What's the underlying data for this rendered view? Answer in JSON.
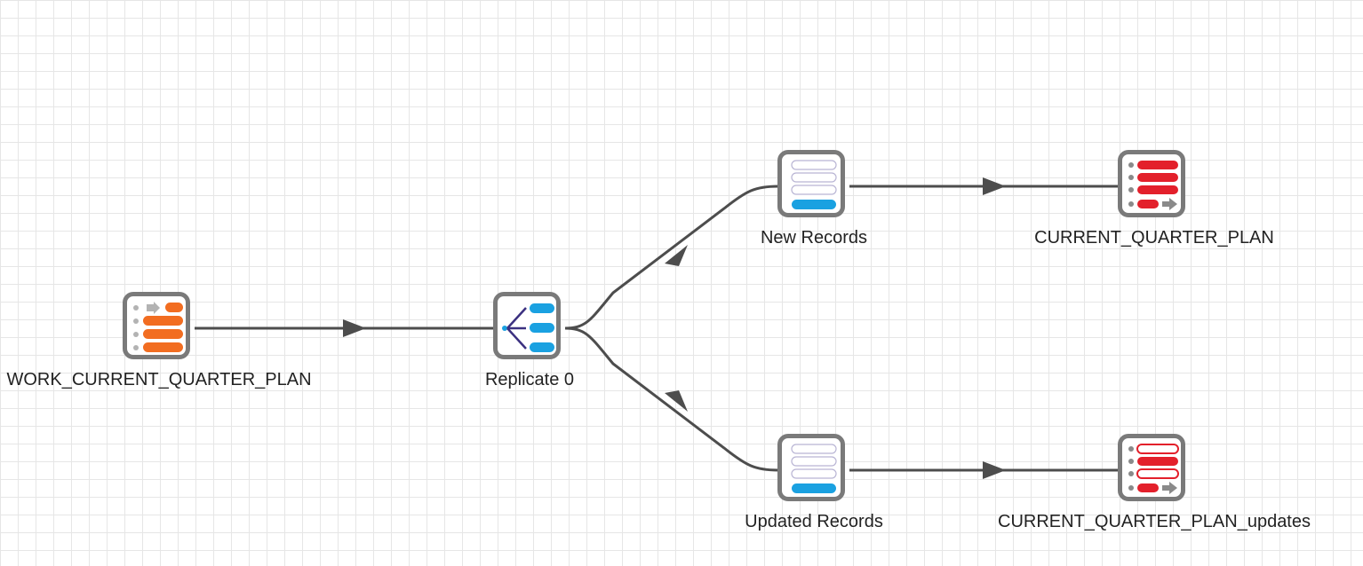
{
  "nodes": {
    "work_current_quarter_plan": {
      "label": "WORK_CURRENT_QUARTER_PLAN",
      "icon": "source-table-icon",
      "color": "#f26d21"
    },
    "replicate_0": {
      "label": "Replicate 0",
      "icon": "replicate-icon",
      "color": "#1aa1e1"
    },
    "new_records": {
      "label": "New Records",
      "icon": "filter-icon",
      "color": "#1aa1e1"
    },
    "updated_records": {
      "label": "Updated Records",
      "icon": "filter-icon",
      "color": "#1aa1e1"
    },
    "current_quarter_plan": {
      "label": "CURRENT_QUARTER_PLAN",
      "icon": "target-table-icon",
      "color": "#e3202b"
    },
    "current_quarter_plan_updates": {
      "label": "CURRENT_QUARTER_PLAN_updates",
      "icon": "target-table-update-icon",
      "color": "#e3202b"
    }
  },
  "edges": [
    {
      "from": "WORK_CURRENT_QUARTER_PLAN",
      "to": "Replicate 0"
    },
    {
      "from": "Replicate 0",
      "to": "New Records"
    },
    {
      "from": "Replicate 0",
      "to": "Updated Records"
    },
    {
      "from": "New Records",
      "to": "CURRENT_QUARTER_PLAN"
    },
    {
      "from": "Updated Records",
      "to": "CURRENT_QUARTER_PLAN_updates"
    }
  ],
  "colors": {
    "edge": "#4d4d4d",
    "node_border": "#7a7a7a",
    "grid": "#e6e6e6"
  }
}
